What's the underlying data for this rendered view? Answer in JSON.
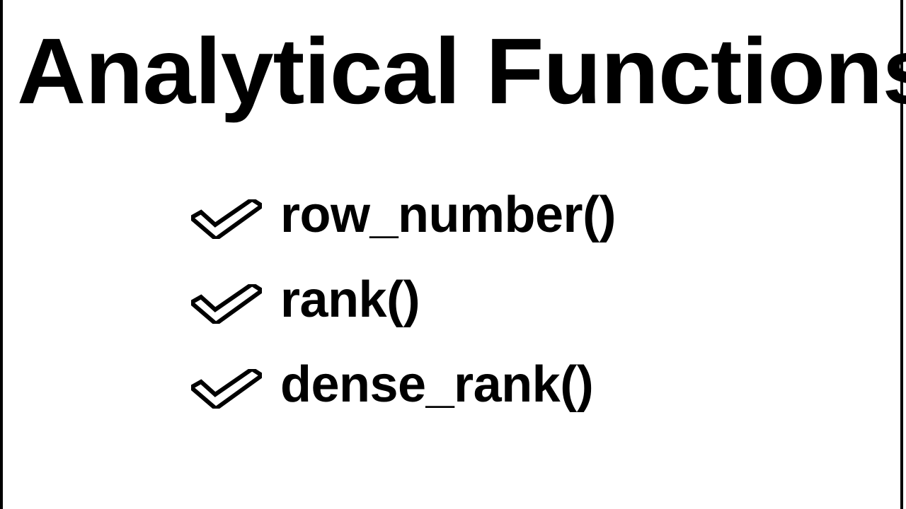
{
  "slide": {
    "background_color": "#ffffff",
    "text_color": "#000000",
    "edge_bar_color": "#000000",
    "title": "Analytical Functions"
  },
  "function_list": {
    "bullet_icon": "outlined-check-icon",
    "items": [
      {
        "label": "row_number()"
      },
      {
        "label": "rank()"
      },
      {
        "label": "dense_rank()"
      }
    ]
  }
}
